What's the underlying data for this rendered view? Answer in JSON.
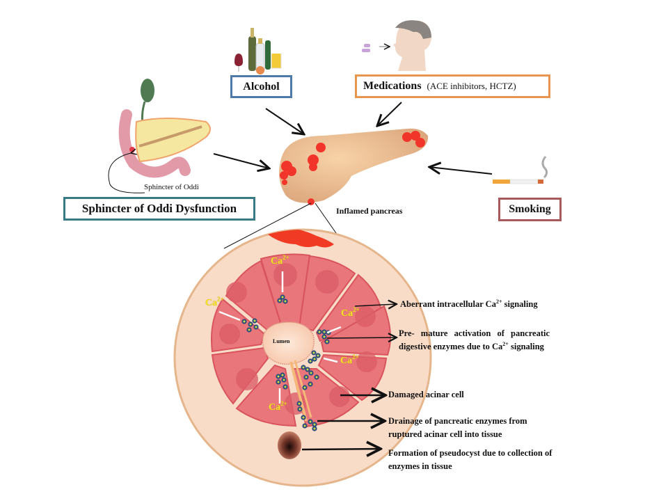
{
  "figure": {
    "title": "Causes and mechanism of pancreatitis",
    "causes": [
      {
        "id": "alcohol",
        "label": "Alcohol",
        "icon": "alcohol-bottles-icon",
        "border_color": "#4f79a8"
      },
      {
        "id": "medications",
        "label": "Medications",
        "detail": "(ACE inhibitors, HCTZ)",
        "icon": "person-taking-pills-icon",
        "border_color": "#e8954f"
      },
      {
        "id": "sphincter",
        "label": "Sphincter of  Oddi Dysfunction",
        "icon": "pancreas-duodenum-icon",
        "border_color": "#3a7a87"
      },
      {
        "id": "smoking",
        "label": "Smoking",
        "icon": "cigarette-icon",
        "border_color": "#a85a5a"
      }
    ],
    "sphincter_annotation": "Sphincter of  Oddi",
    "center_label": "Inflamed pancreas",
    "lumen_label": "Lumen",
    "ion_label": {
      "base": "Ca",
      "sup": "2+"
    },
    "mechanisms": [
      {
        "text_before": "Aberrant intracellular Ca",
        "sup": "2+",
        "text_after": " signaling"
      },
      {
        "line1": "Pre- mature activation of pancreatic",
        "line2_before": "digestive enzymes due to Ca",
        "sup": "2+",
        "line2_after": " signaling"
      },
      {
        "line1": "Damaged acinar cell"
      },
      {
        "line1": "Drainage of pancreatic enzymes from",
        "line2": "ruptured acinar cell into tissue"
      },
      {
        "line1": "Formation of pseudocyst due to collection of",
        "line2": "enzymes in tissue"
      }
    ],
    "colors": {
      "cell": "#e8767a",
      "cell_dark": "#d9545c",
      "tissue": "#f8dcc8",
      "tissue_border": "#e5b58c",
      "calcium_text": "#f5e12a",
      "granule": "#2e4d7a",
      "granule_center": "#c8e04a",
      "inflammation": "#f03a24"
    }
  }
}
